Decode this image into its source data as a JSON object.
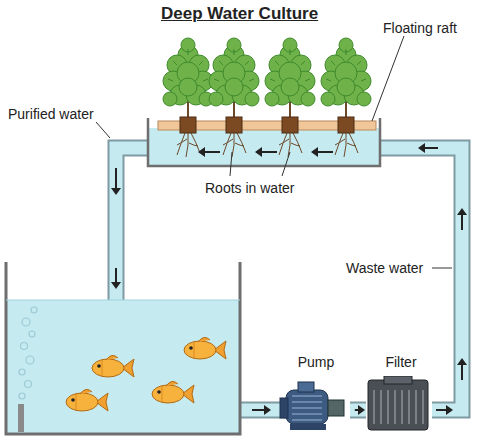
{
  "diagram": {
    "title": "Deep Water Culture",
    "nodes": [
      {
        "text": [
          "Pump"
        ]
      },
      {
        "text": [
          "Filter"
        ]
      }
    ],
    "edges": [
      {
        "from": 0,
        "to": 1,
        "arrow": "to"
      }
    ],
    "labels": [
      "Floating raft",
      "Purified water",
      "Roots in water",
      "Waste water"
    ]
  }
}
